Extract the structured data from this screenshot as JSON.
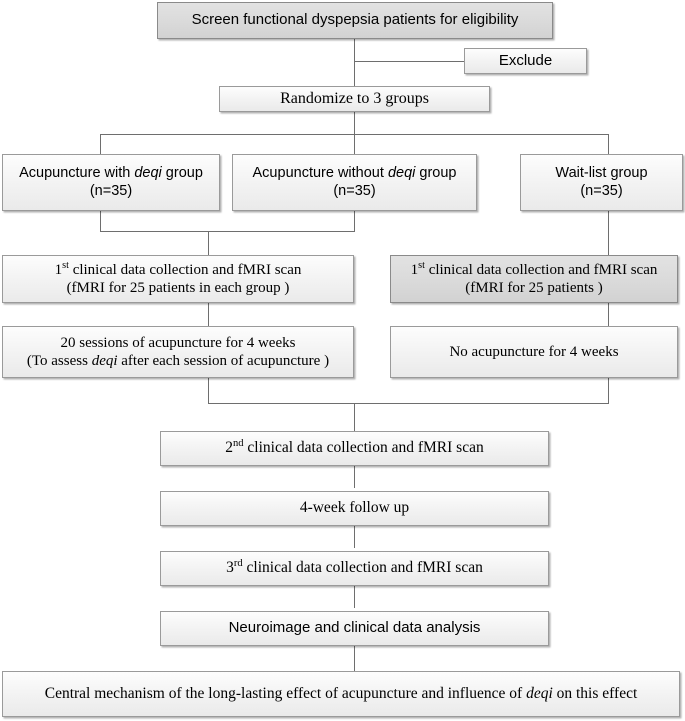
{
  "diagram": {
    "title": "Functional dyspepsia acupuncture trial flowchart",
    "colors": {
      "box_light": "#f2f2f2",
      "box_gray": "#d9d9d9",
      "border": "#9a9a9a",
      "connector": "#6e6e6e",
      "text": "#000000",
      "background": "#ffffff"
    },
    "nodes": {
      "screen": {
        "label": "Screen functional dyspepsia patients for eligibility",
        "fill": "#d9d9d9",
        "font": "sans"
      },
      "exclude": {
        "label": "Exclude",
        "fill": "#f2f2f2",
        "font": "sans"
      },
      "randomize": {
        "label": "Randomize to 3 groups",
        "fill": "#f2f2f2",
        "font": "serif"
      },
      "group_with_deqi": {
        "line1_pre": "Acupuncture with ",
        "line1_em": "deqi",
        "line1_post": " group",
        "line2": "(n=35)",
        "n": "35",
        "fill": "#f2f2f2",
        "font": "sans"
      },
      "group_without_deqi": {
        "line1_pre": "Acupuncture without ",
        "line1_em": "deqi",
        "line1_post": " group",
        "line2": "(n=35)",
        "n": "35",
        "fill": "#f2f2f2",
        "font": "sans"
      },
      "group_waitlist": {
        "line1": "Wait-list group",
        "line2": "(n=35)",
        "n": "35",
        "fill": "#f2f2f2",
        "font": "sans"
      },
      "first_collection_left": {
        "ordinal": "1",
        "ordinal_sup": "st",
        "line1_rest": " clinical data collection and fMRI scan",
        "line2": "(fMRI for 25 patients in each group )",
        "fill": "#f2f2f2",
        "font": "serif"
      },
      "first_collection_right": {
        "ordinal": "1",
        "ordinal_sup": "st",
        "line1_rest": " clinical data collection and fMRI scan",
        "line2": "(fMRI for 25 patients  )",
        "fill": "#d9d9d9",
        "font": "serif"
      },
      "sessions": {
        "line1": "20 sessions of acupuncture for 4 weeks",
        "line2_pre": "(To assess ",
        "line2_em": "deqi",
        "line2_post": " after each session of acupuncture )",
        "fill": "#f2f2f2",
        "font": "serif"
      },
      "no_acupuncture": {
        "label": "No acupuncture for 4 weeks",
        "fill": "#f2f2f2",
        "font": "serif"
      },
      "second_collection": {
        "ordinal": "2",
        "ordinal_sup": "nd",
        "line1_rest": " clinical data collection and fMRI scan",
        "fill": "#f2f2f2",
        "font": "serif"
      },
      "follow_up": {
        "label": "4-week follow up",
        "fill": "#f2f2f2",
        "font": "serif"
      },
      "third_collection": {
        "ordinal": "3",
        "ordinal_sup": "rd",
        "line1_rest": " clinical data collection and fMRI scan",
        "fill": "#f2f2f2",
        "font": "serif"
      },
      "analysis": {
        "label": "Neuroimage and clinical data analysis",
        "fill": "#f2f2f2",
        "font": "sans"
      },
      "conclusion": {
        "pre": "Central mechanism of the long-lasting effect of acupuncture and influence of ",
        "em": "deqi",
        "post": " on this effect",
        "fill": "#f2f2f2",
        "font": "serif"
      }
    }
  }
}
